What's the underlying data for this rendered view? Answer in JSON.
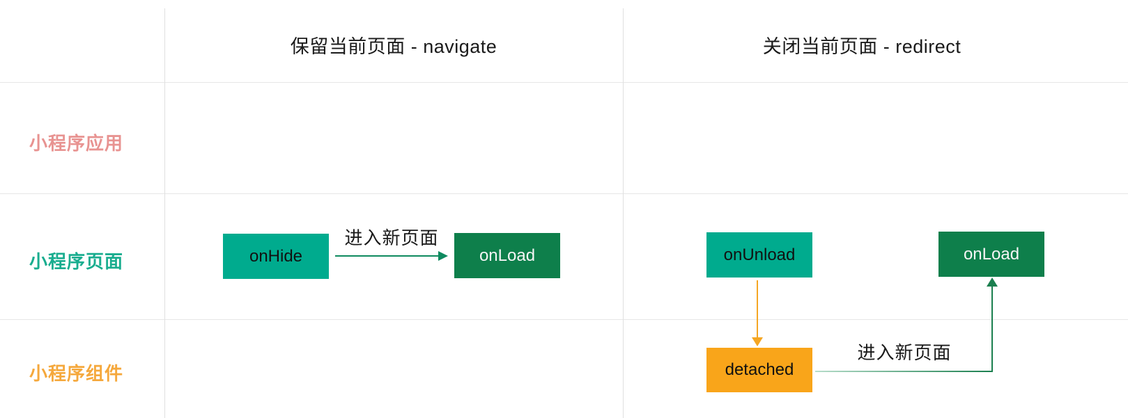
{
  "diagram": {
    "columns": [
      {
        "label": "保留当前页面 - navigate"
      },
      {
        "label": "关闭当前页面 - redirect"
      }
    ],
    "rows": [
      {
        "label": "小程序应用",
        "color": "#e89391"
      },
      {
        "label": "小程序页面",
        "color": "#19ad8f"
      },
      {
        "label": "小程序组件",
        "color": "#f5a83c"
      }
    ],
    "navigate_flow": {
      "from_box": "onHide",
      "to_box": "onLoad",
      "arrow_label": "进入新页面"
    },
    "redirect_flow": {
      "onunload_box": "onUnload",
      "detached_box": "detached",
      "onload_box": "onLoad",
      "arrow_label": "进入新页面"
    },
    "colors": {
      "teal_box": "#00ab8e",
      "dark_green_box": "#0e7f4b",
      "orange_box": "#f9a51a",
      "green_arrow": "#0e8a5f",
      "dark_green_arrow": "#1b7f4f",
      "orange_arrow": "#f5a623",
      "grid_line": "#e6e6e6",
      "header_text": "#1a1a1a"
    }
  }
}
